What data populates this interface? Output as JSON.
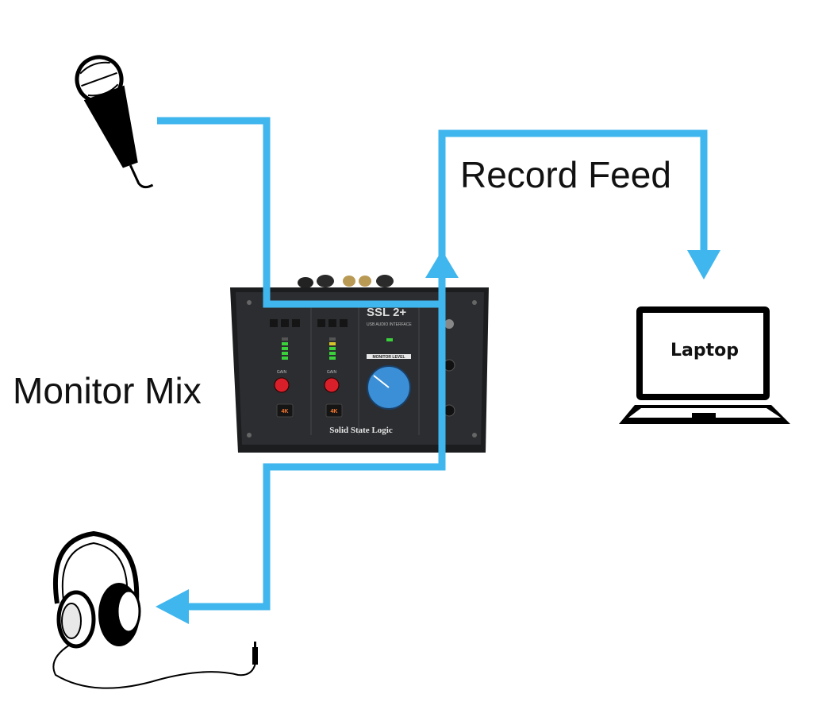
{
  "labels": {
    "record_feed": "Record Feed",
    "monitor_mix": "Monitor Mix",
    "laptop": "Laptop"
  },
  "device": {
    "brand": "Solid State Logic",
    "model": "SSL 2+",
    "subtitle": "USB AUDIO INTERFACE",
    "monitor_level": "MONITOR LEVEL",
    "button_4k": "4K",
    "gain_label": "GAIN"
  },
  "colors": {
    "signal": "#3fb6ee",
    "device_body": "#2b2d30",
    "knob_red": "#d9202a",
    "knob_blue": "#3b8fd6",
    "meter_green": "#3ad13a"
  },
  "icons": [
    "microphone-icon",
    "headphones-icon",
    "laptop-icon",
    "audio-interface-icon"
  ]
}
